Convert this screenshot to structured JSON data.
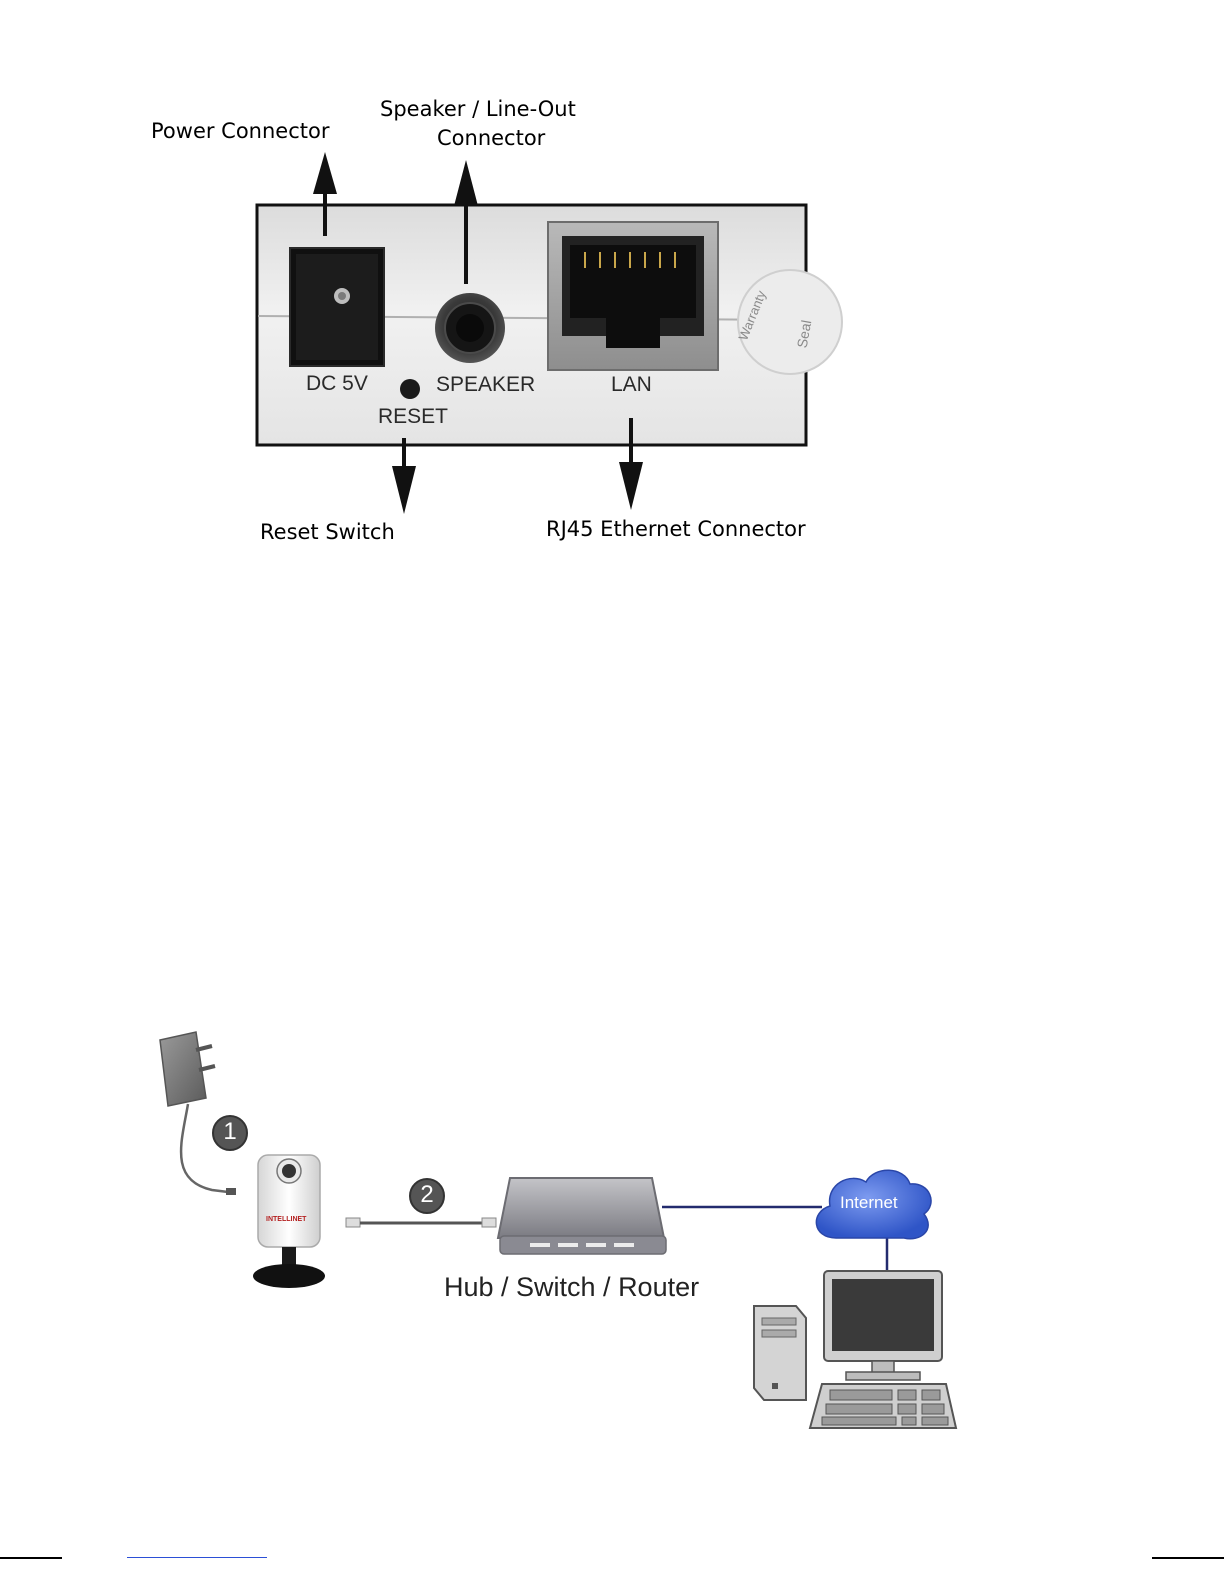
{
  "connector_diagram": {
    "callouts": {
      "power": "Power Connector",
      "speaker_line1": "Speaker / Line-Out",
      "speaker_line2": "Connector",
      "reset": "Reset Switch",
      "rj45": "RJ45 Ethernet Connector"
    },
    "panel_labels": {
      "dc": "DC 5V",
      "speaker": "SPEAKER",
      "reset": "RESET",
      "lan": "LAN",
      "seal_line1": "Warranty",
      "seal_line2": "Seal"
    }
  },
  "network_diagram": {
    "steps": [
      "1",
      "2"
    ],
    "hub_label": "Hub / Switch / Router",
    "cloud_label": "Internet",
    "camera_brand": "INTELLINET",
    "colors": {
      "link_line": "#232b6e",
      "cloud": "#3f66d4",
      "badge": "#555555"
    }
  }
}
